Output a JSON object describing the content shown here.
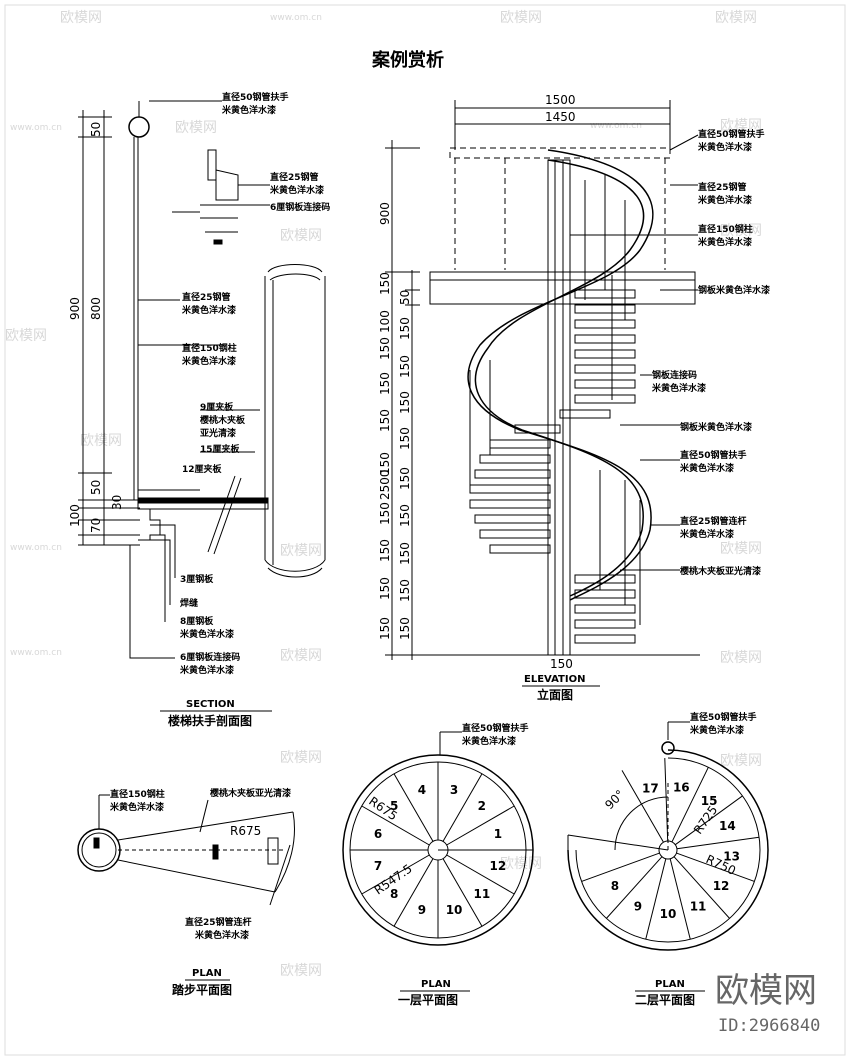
{
  "title": "案例赏析",
  "watermark": {
    "brand": "欧模网",
    "url": "www.om.cn"
  },
  "brand_mark": {
    "name": "欧模网",
    "id": "ID:2966840"
  },
  "section": {
    "caption_en": "SECTION",
    "caption_cn": "楼梯扶手剖面图",
    "notes": {
      "handrail": [
        "直径50钢管扶手",
        "米黄色洋水漆"
      ],
      "pipe25": [
        "直径25钢管",
        "米黄色洋水漆"
      ],
      "plate6": "6厘钢板连接码",
      "pipe25b": [
        "直径25钢管",
        "米黄色洋水漆"
      ],
      "column150": [
        "直径150钢柱",
        "米黄色洋水漆"
      ],
      "plywood9": [
        "9厘夹板",
        "樱桃木夹板",
        "亚光清漆"
      ],
      "plywood15": "15厘夹板",
      "plywood12": "12厘夹板",
      "steel3": "3厘钢板",
      "weld": "焊缝",
      "steel8": [
        "8厘钢板",
        "米黄色洋水漆"
      ],
      "plate6b": [
        "6厘钢板连接码",
        "米黄色洋水漆"
      ]
    },
    "dims": {
      "d50": "50",
      "d900": "900",
      "d800": "800",
      "d50b": "50",
      "d30": "30",
      "d100": "100",
      "d70": "70"
    }
  },
  "elevation": {
    "caption_en": "ELEVATION",
    "caption_cn": "立面图",
    "notes": {
      "handrail": [
        "直径50钢管扶手",
        "米黄色洋水漆"
      ],
      "pipe25": [
        "直径25钢管",
        "米黄色洋水漆"
      ],
      "column150": [
        "直径150钢柱",
        "米黄色洋水漆"
      ],
      "slab": "钢板米黄色洋水漆",
      "connector": [
        "钢板连接码",
        "米黄色洋水漆"
      ],
      "steelplate": "钢板米黄色洋水漆",
      "handrail2": [
        "直径50钢管扶手",
        "米黄色洋水漆"
      ],
      "rod25": [
        "直径25钢管连杆",
        "米黄色洋水漆"
      ],
      "cherry": "樱桃木夹板亚光清漆"
    },
    "dims": {
      "w1500": "1500",
      "w1450": "1450",
      "h900": "900",
      "h2500": "2500",
      "h150": "150",
      "h100": "100",
      "h50": "50",
      "d150": "150"
    }
  },
  "step_plan": {
    "caption_en": "PLAN",
    "caption_cn": "踏步平面图",
    "notes": {
      "column150": [
        "直径150钢柱",
        "米黄色洋水漆"
      ],
      "cherry": "樱桃木夹板亚光清漆",
      "rod25": [
        "直径25钢管连杆",
        "米黄色洋水漆"
      ]
    },
    "radius": "R675"
  },
  "plan1": {
    "caption_en": "PLAN",
    "caption_cn": "一层平面图",
    "note": [
      "直径50钢管扶手",
      "米黄色洋水漆"
    ],
    "r_outer": "R675",
    "r_inner": "R547.5",
    "steps": [
      "1",
      "2",
      "3",
      "4",
      "5",
      "6",
      "7",
      "8",
      "9",
      "10",
      "11",
      "12"
    ]
  },
  "plan2": {
    "caption_en": "PLAN",
    "caption_cn": "二层平面图",
    "note": [
      "直径50钢管扶手",
      "米黄色洋水漆"
    ],
    "angle": "90°",
    "r1": "R725",
    "r2": "R750",
    "steps": [
      "8",
      "9",
      "10",
      "11",
      "12",
      "13",
      "14",
      "15",
      "16",
      "17"
    ]
  }
}
